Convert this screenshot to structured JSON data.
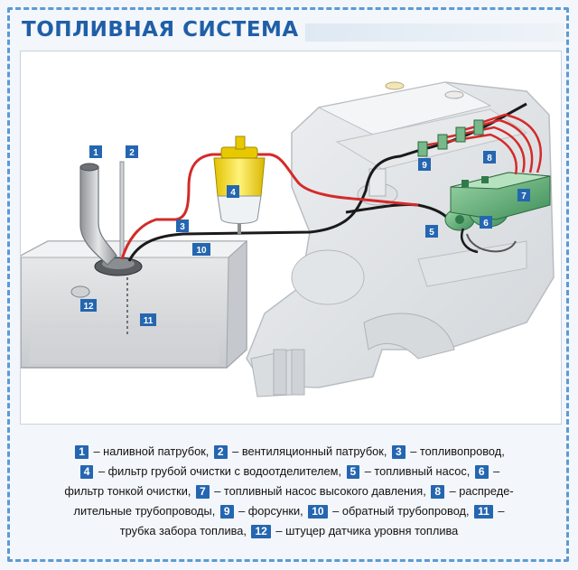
{
  "title": "ТОПЛИВНАЯ СИСТЕМА",
  "colors": {
    "accent": "#1f5fa8",
    "label_bg": "#2566b0",
    "fuel_line": "#d42a2a",
    "return_line": "#1a1a1a",
    "filter": "#f4d400",
    "frame": "#5b9bd5"
  },
  "callouts": [
    "1",
    "2",
    "3",
    "4",
    "5",
    "6",
    "7",
    "8",
    "9",
    "10",
    "11",
    "12"
  ],
  "legend": {
    "line1": [
      {
        "num": "1",
        "text": " – наливной патрубок, "
      },
      {
        "num": "2",
        "text": " – вентиляционный патрубок, "
      },
      {
        "num": "3",
        "text": " – топливопровод,"
      }
    ],
    "line2": [
      {
        "num": "4",
        "text": " – фильтр грубой очистки с водоотделителем, "
      },
      {
        "num": "5",
        "text": " – топливный насос, "
      },
      {
        "num": "6",
        "text": " –"
      }
    ],
    "line3_prefix": "фильтр тонкой очистки, ",
    "line3": [
      {
        "num": "7",
        "text": " – топливный насос высокого давления, "
      },
      {
        "num": "8",
        "text": " – распреде-"
      }
    ],
    "line4_prefix": "лительные трубопроводы, ",
    "line4": [
      {
        "num": "9",
        "text": " – форсунки, "
      },
      {
        "num": "10",
        "text": " – обратный трубопровод, "
      },
      {
        "num": "11",
        "text": " –"
      }
    ],
    "line5_prefix": "трубка забора топлива, ",
    "line5": [
      {
        "num": "12",
        "text": " – штуцер датчика уровня топлива"
      }
    ]
  }
}
